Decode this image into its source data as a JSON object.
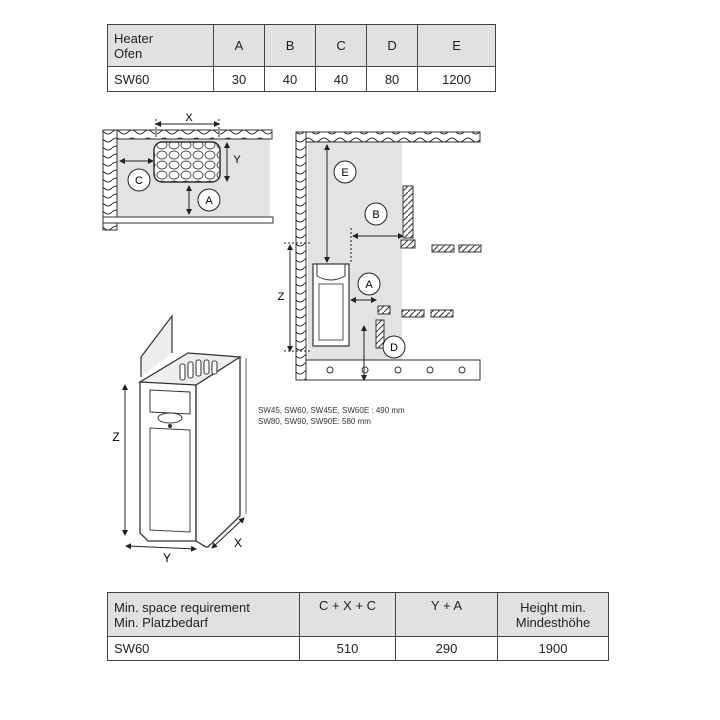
{
  "dimensions_table": {
    "header": {
      "line1": "Heater",
      "line2": "Ofen",
      "cols": [
        "A",
        "B",
        "C",
        "D",
        "E"
      ]
    },
    "row": {
      "model": "SW60",
      "values": [
        "30",
        "40",
        "40",
        "80",
        "1200"
      ]
    }
  },
  "space_table": {
    "header": {
      "col1_line1": "Min. space requirement",
      "col1_line2": "Min. Platzbedarf",
      "col2": "C + X + C",
      "col3": "Y + A",
      "col4_line1": "Height min.",
      "col4_line2": "Mindesthöhe"
    },
    "row": {
      "model": "SW60",
      "values": [
        "510",
        "290",
        "1900"
      ]
    }
  },
  "diagram_labels": {
    "x": "X",
    "y": "Y",
    "z": "Z",
    "a": "A",
    "b": "B",
    "c": "C",
    "d": "D",
    "e": "E"
  },
  "caption": {
    "line1": "SW45, SW60, SW45E, SW60E : 490 mm",
    "line2": "SW80, SW90, SW90E: 580 mm"
  },
  "colors": {
    "header_bg": "#e1e1e1",
    "space_bg": "#e3e3e3",
    "line": "#333333"
  }
}
